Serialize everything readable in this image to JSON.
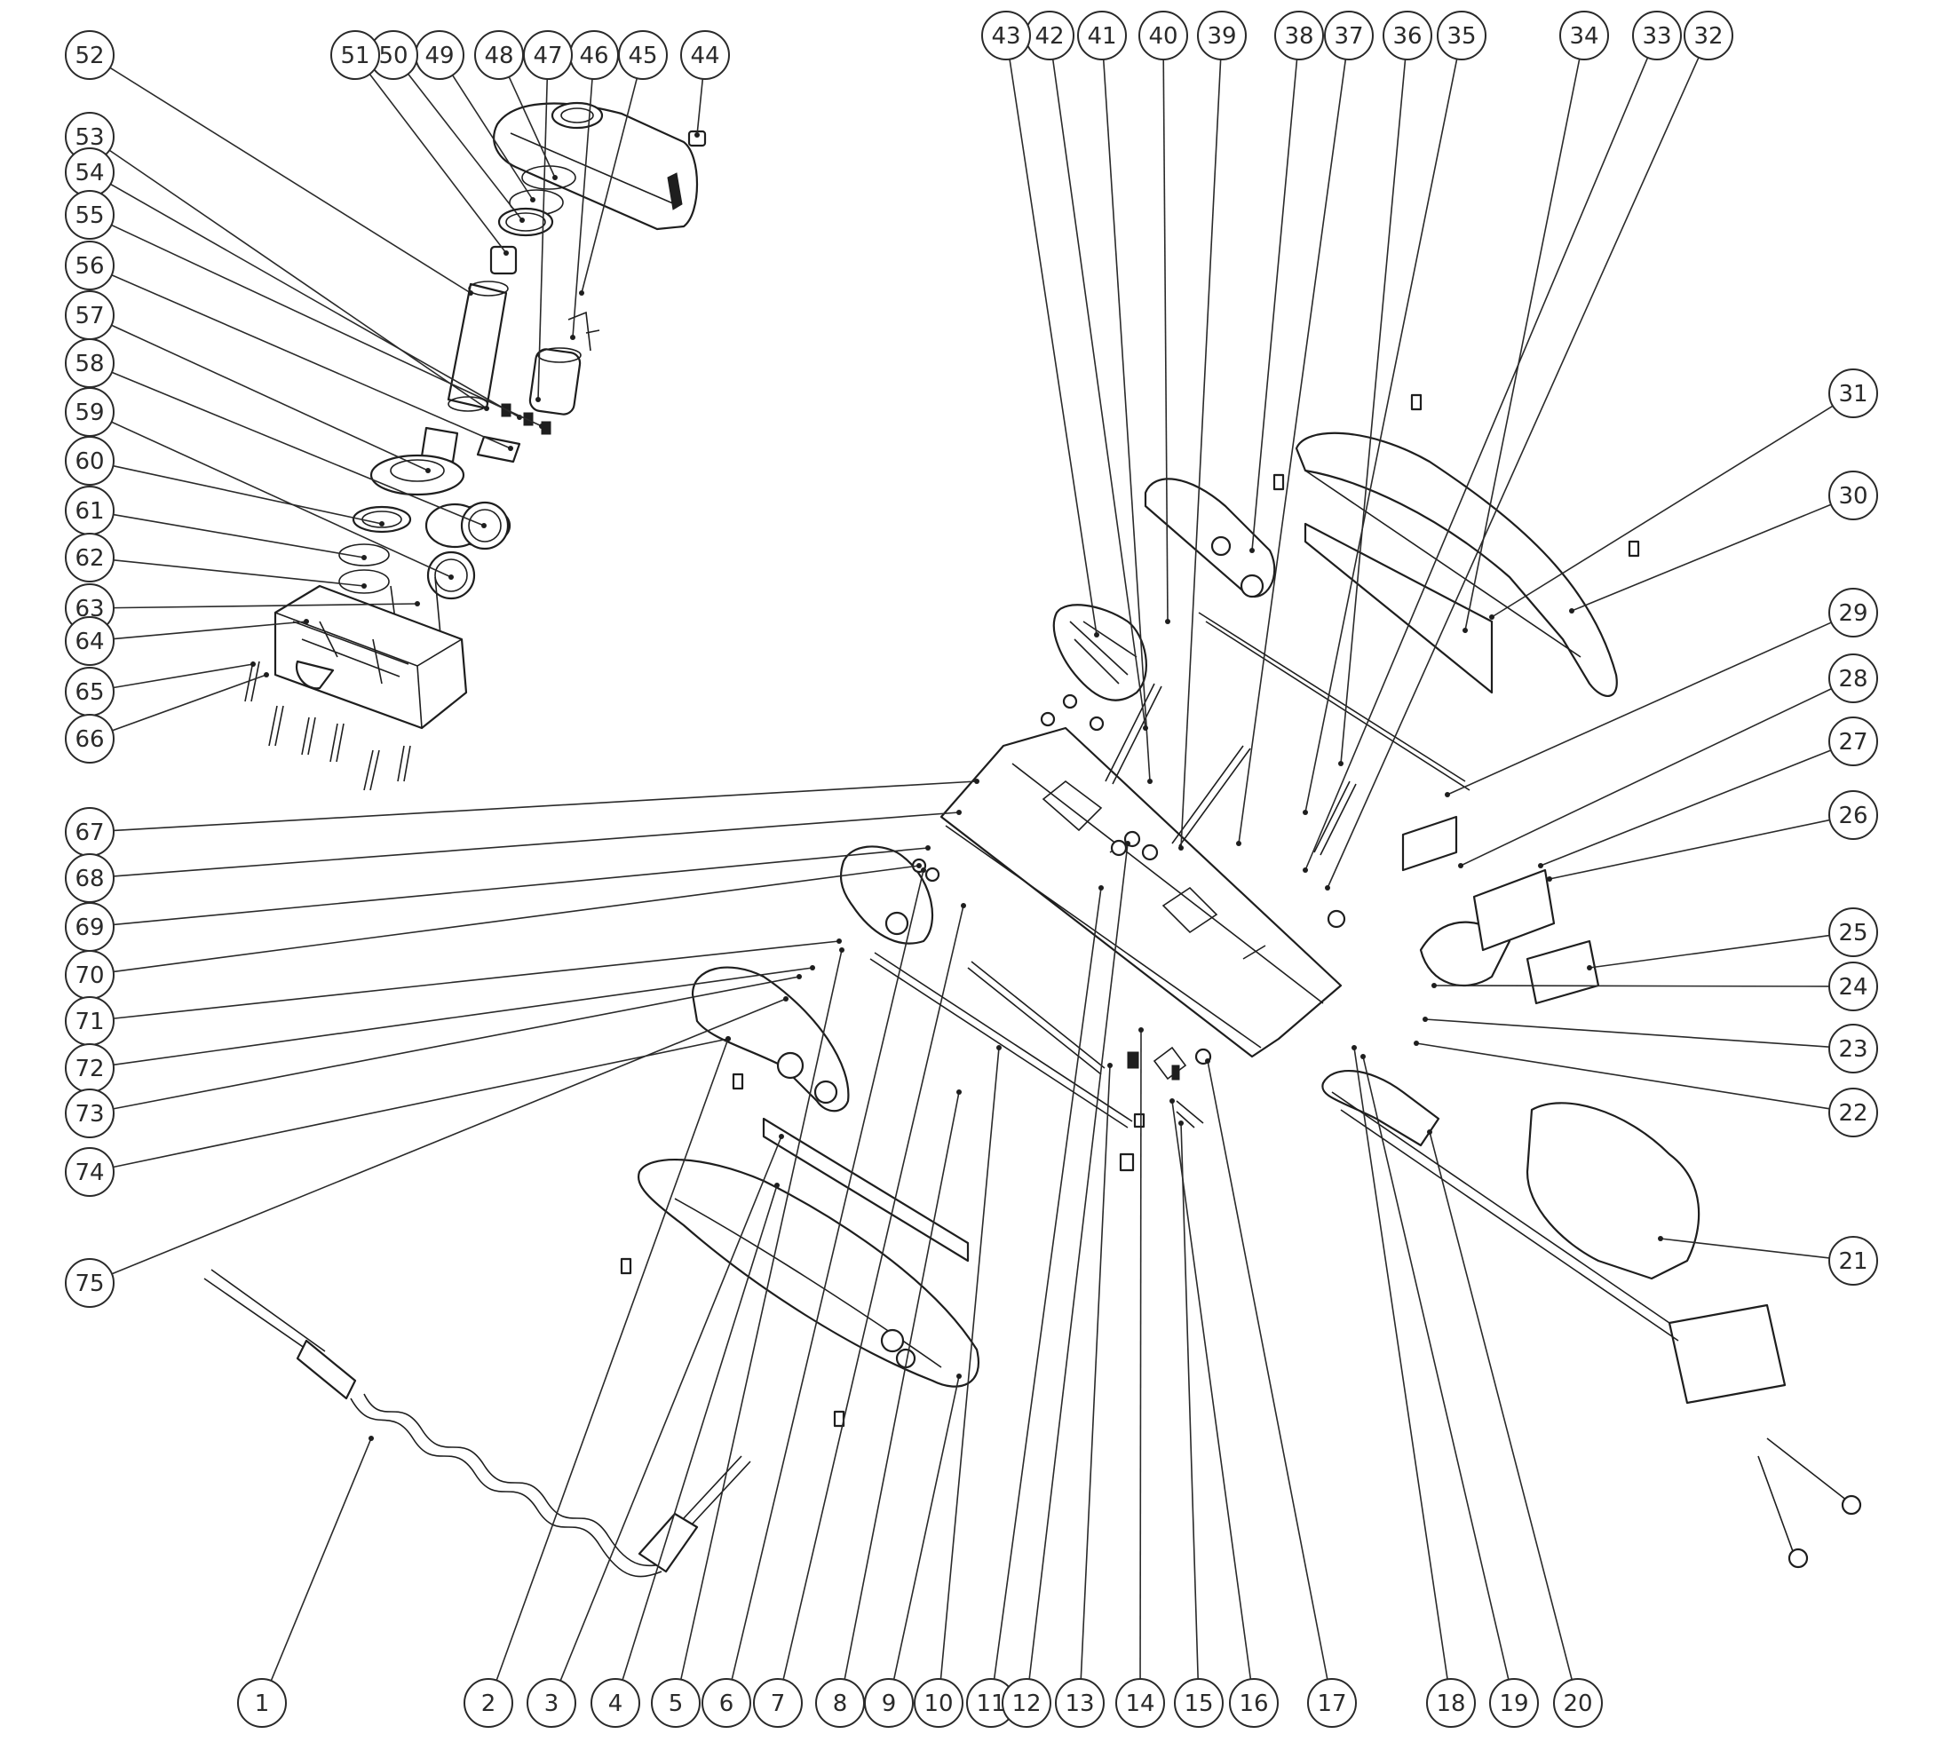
{
  "diagram": {
    "callouts": [
      "1",
      "2",
      "3",
      "4",
      "5",
      "6",
      "7",
      "8",
      "9",
      "10",
      "11",
      "12",
      "13",
      "14",
      "15",
      "16",
      "17",
      "18",
      "19",
      "20",
      "21",
      "22",
      "23",
      "24",
      "25",
      "26",
      "27",
      "28",
      "29",
      "30",
      "31",
      "32",
      "33",
      "34",
      "35",
      "36",
      "37",
      "38",
      "39",
      "40",
      "41",
      "42",
      "43",
      "44",
      "45",
      "46",
      "47",
      "48",
      "49",
      "50",
      "51",
      "52",
      "53",
      "54",
      "55",
      "56",
      "57",
      "58",
      "59",
      "60",
      "61",
      "62",
      "63",
      "64",
      "65",
      "66",
      "67",
      "68",
      "69",
      "70",
      "71",
      "72",
      "73",
      "74",
      "75"
    ]
  },
  "style": {
    "line_color": "#1e1e1e",
    "background": "#ffffff"
  }
}
